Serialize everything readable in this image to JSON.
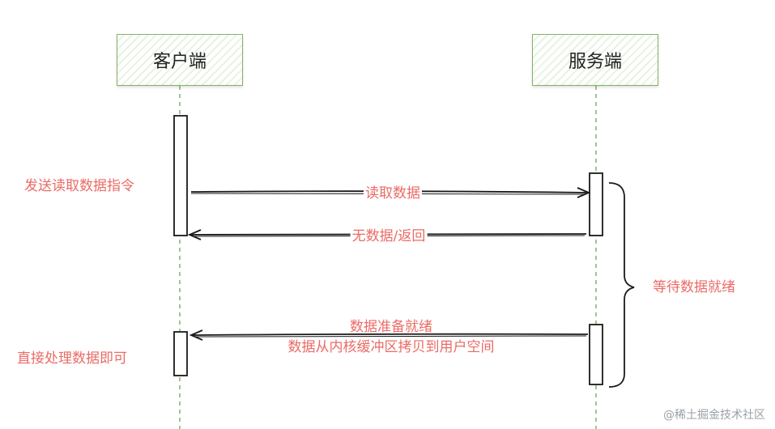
{
  "actors": {
    "client": "客户端",
    "server": "服务端"
  },
  "messages": {
    "read_data": "读取数据",
    "no_data_return": "无数据/返回",
    "data_ready_line1": "数据准备就绪",
    "data_ready_line2": "数据从内核缓冲区拷贝到用户空间"
  },
  "notes": {
    "send_read_command": "发送读取数据指令",
    "process_data_directly": "直接处理数据即可",
    "waiting_data_ready": "等待数据就绪"
  },
  "watermark": "@稀土掘金技术社区",
  "colors": {
    "lifeline": "#82b366",
    "label": "#ea6b66",
    "arrow": "#1a1a1a"
  }
}
